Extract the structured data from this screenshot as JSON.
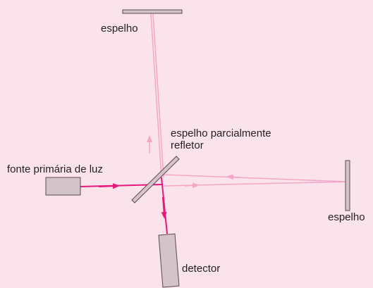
{
  "labels": {
    "top_mirror": "espelho",
    "beam_splitter_line1": "espelho parcialmente",
    "beam_splitter_line2": "refletor",
    "light_source": "fonte primária de luz",
    "right_mirror": "espelho",
    "detector": "detector"
  },
  "colors": {
    "background": "#fbe3ec",
    "component_fill": "#d4c3c8",
    "component_stroke": "#5a4a4f",
    "beam_strong": "#e5197a",
    "beam_faint": "#f4a6c7"
  }
}
